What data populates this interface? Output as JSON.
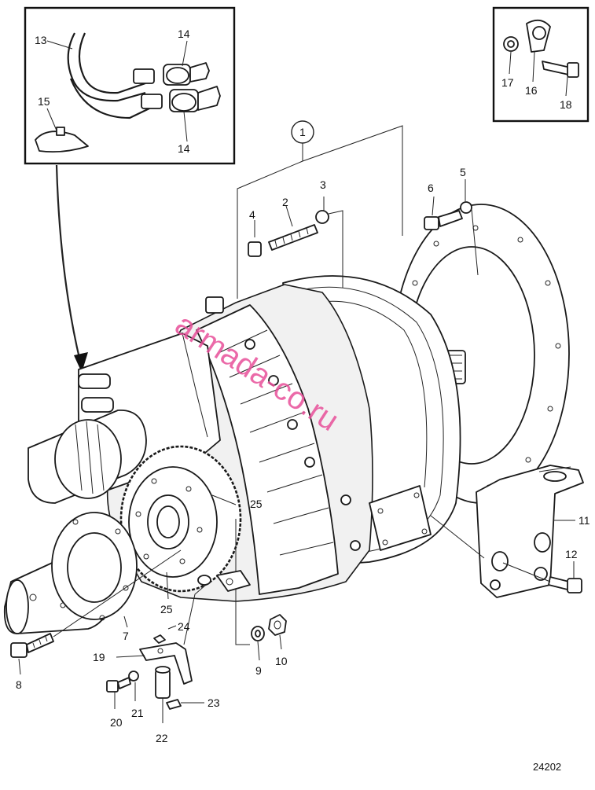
{
  "callouts": {
    "c1": "1",
    "c2": "2",
    "c3": "3",
    "c4": "4",
    "c5": "5",
    "c6": "6",
    "c7": "7",
    "c8": "8",
    "c9": "9",
    "c10": "10",
    "c11": "11",
    "c12": "12",
    "c13": "13",
    "c14a": "14",
    "c14b": "14",
    "c15": "15",
    "c16": "16",
    "c17": "17",
    "c18": "18",
    "c19": "19",
    "c20": "20",
    "c21": "21",
    "c22": "22",
    "c23": "23",
    "c24": "24",
    "c25a": "25",
    "c25b": "25"
  },
  "watermark": "armada-co.ru",
  "figure_number": "24202"
}
